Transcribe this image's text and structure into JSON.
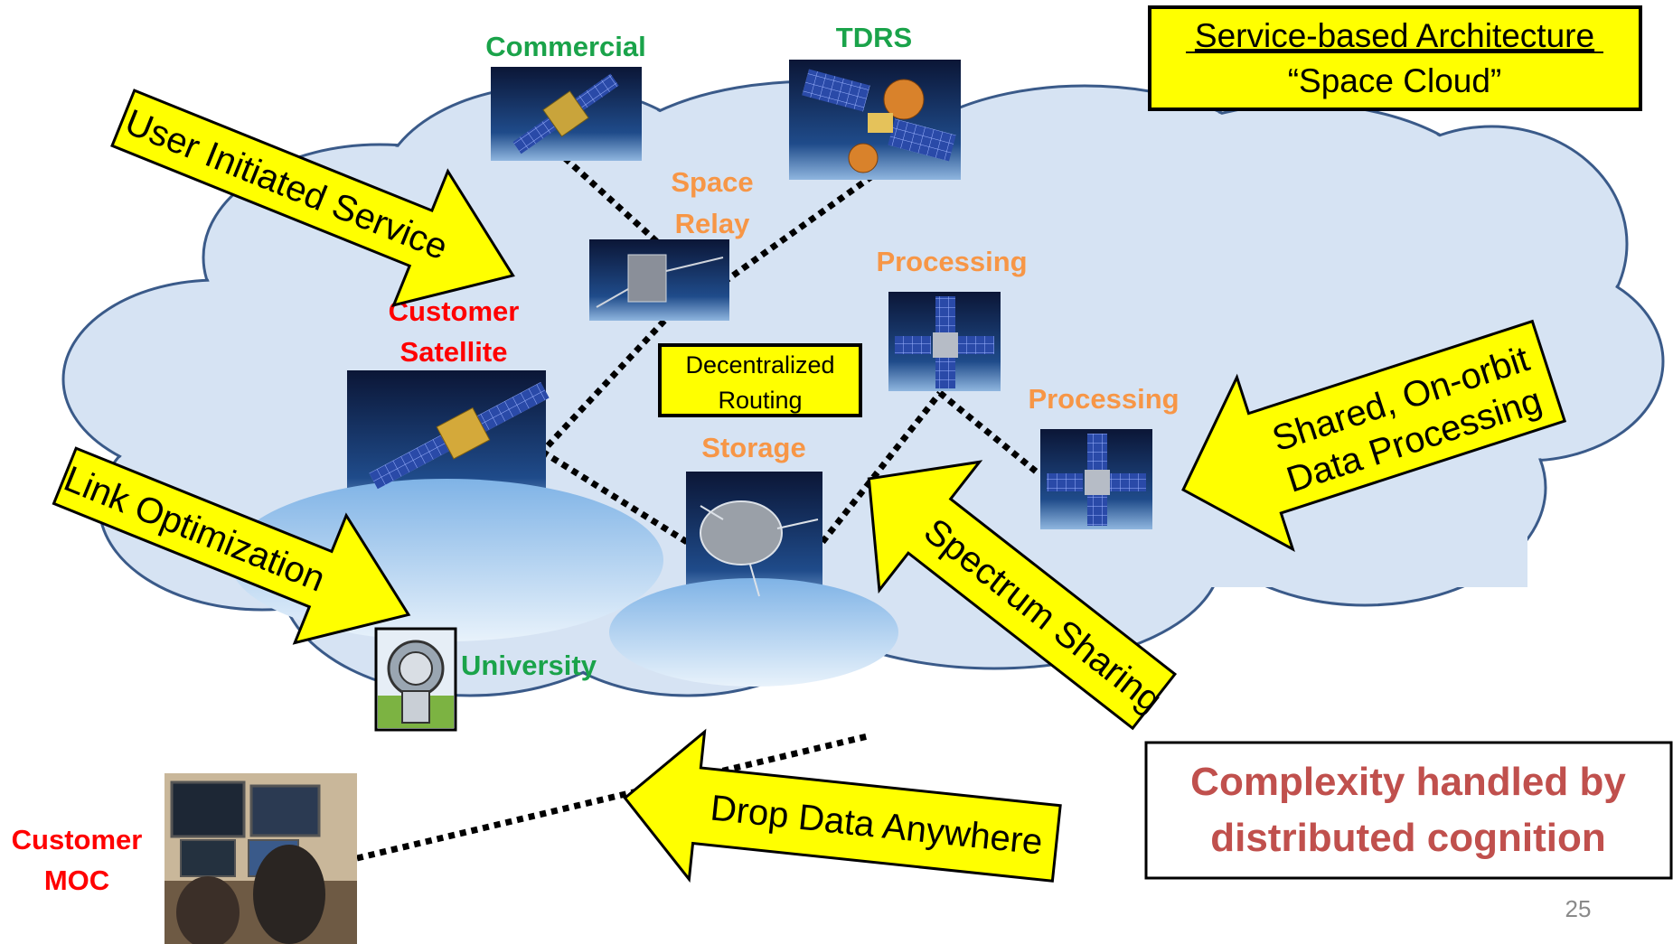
{
  "title_box": {
    "line1": "Service-based Architecture",
    "line2": "“Space Cloud”"
  },
  "nodes": {
    "commercial": "Commercial",
    "tdrs": "TDRS",
    "space_relay": [
      "Space",
      "Relay"
    ],
    "processing_1": "Processing",
    "processing_2": "Processing",
    "customer_satellite": [
      "Customer",
      "Satellite"
    ],
    "storage": "Storage",
    "university": "University",
    "customer_moc": [
      "Customer",
      "MOC"
    ]
  },
  "routing_box": [
    "Decentralized",
    "Routing"
  ],
  "arrows": {
    "user_initiated": "User Initiated Service",
    "link_optimization": "Link Optimization",
    "shared_processing": [
      "Shared, On-orbit",
      "Data Processing"
    ],
    "spectrum_sharing": "Spectrum Sharing",
    "drop_data": "Drop Data Anywhere"
  },
  "complexity_box": [
    "Complexity handled by",
    "distributed cognition"
  ],
  "page_number": "25",
  "colors": {
    "cloud_fill": "#d6e3f3",
    "cloud_stroke": "#3a5a89",
    "arrow_fill": "#ffff00",
    "service_label": "#f79646",
    "asset_label": "#1aa34a",
    "customer_label": "#ff0000",
    "complexity_text": "#c0504d"
  },
  "icons": {
    "commercial": "satellite-icon",
    "tdrs": "satellite-icon",
    "space_relay": "cubesat-icon",
    "processing": "cubesat-icon",
    "customer_satellite": "satellite-icon",
    "storage": "satellite-icon",
    "university": "ground-antenna-icon",
    "customer_moc": "control-room-photo"
  }
}
